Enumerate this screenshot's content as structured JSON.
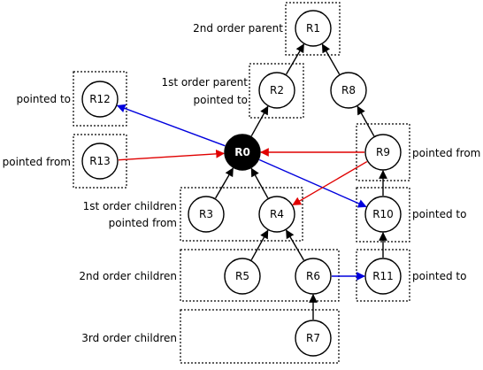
{
  "nodes": [
    {
      "id": "R0",
      "label": "R0",
      "focus": true
    },
    {
      "id": "R1",
      "label": "R1"
    },
    {
      "id": "R2",
      "label": "R2"
    },
    {
      "id": "R3",
      "label": "R3"
    },
    {
      "id": "R4",
      "label": "R4"
    },
    {
      "id": "R5",
      "label": "R5"
    },
    {
      "id": "R6",
      "label": "R6"
    },
    {
      "id": "R7",
      "label": "R7"
    },
    {
      "id": "R8",
      "label": "R8"
    },
    {
      "id": "R9",
      "label": "R9"
    },
    {
      "id": "R10",
      "label": "R10"
    },
    {
      "id": "R11",
      "label": "R11"
    },
    {
      "id": "R12",
      "label": "R12"
    },
    {
      "id": "R13",
      "label": "R13"
    }
  ],
  "edges": [
    {
      "from": "R2",
      "to": "R1",
      "color": "black"
    },
    {
      "from": "R8",
      "to": "R1",
      "color": "black"
    },
    {
      "from": "R0",
      "to": "R2",
      "color": "black"
    },
    {
      "from": "R9",
      "to": "R8",
      "color": "black"
    },
    {
      "from": "R3",
      "to": "R0",
      "color": "black"
    },
    {
      "from": "R4",
      "to": "R0",
      "color": "black"
    },
    {
      "from": "R5",
      "to": "R4",
      "color": "black"
    },
    {
      "from": "R6",
      "to": "R4",
      "color": "black"
    },
    {
      "from": "R7",
      "to": "R6",
      "color": "black"
    },
    {
      "from": "R10",
      "to": "R9",
      "color": "black"
    },
    {
      "from": "R11",
      "to": "R10",
      "color": "black"
    },
    {
      "from": "R0",
      "to": "R12",
      "color": "blue"
    },
    {
      "from": "R0",
      "to": "R10",
      "color": "blue"
    },
    {
      "from": "R6",
      "to": "R11",
      "color": "blue"
    },
    {
      "from": "R13",
      "to": "R0",
      "color": "red"
    },
    {
      "from": "R9",
      "to": "R0",
      "color": "red"
    },
    {
      "from": "R9",
      "to": "R4",
      "color": "red"
    }
  ],
  "group_labels": {
    "second_order_parent": "2nd order parent",
    "first_order_parent": "1st order parent",
    "pointed_to_r2": "pointed to",
    "pointed_to_r12": "pointed to",
    "pointed_from_r13": "pointed from",
    "pointed_from_r9": "pointed from",
    "pointed_to_r10": "pointed to",
    "pointed_to_r11": "pointed to",
    "first_order_children": "1st order children",
    "pointed_from_children": "pointed from",
    "second_order_children": "2nd order children",
    "third_order_children": "3rd order children"
  },
  "colors": {
    "black": "#000000",
    "red": "#e00000",
    "blue": "#0000dd",
    "focus_fill": "#000000",
    "node_fill": "#ffffff"
  }
}
